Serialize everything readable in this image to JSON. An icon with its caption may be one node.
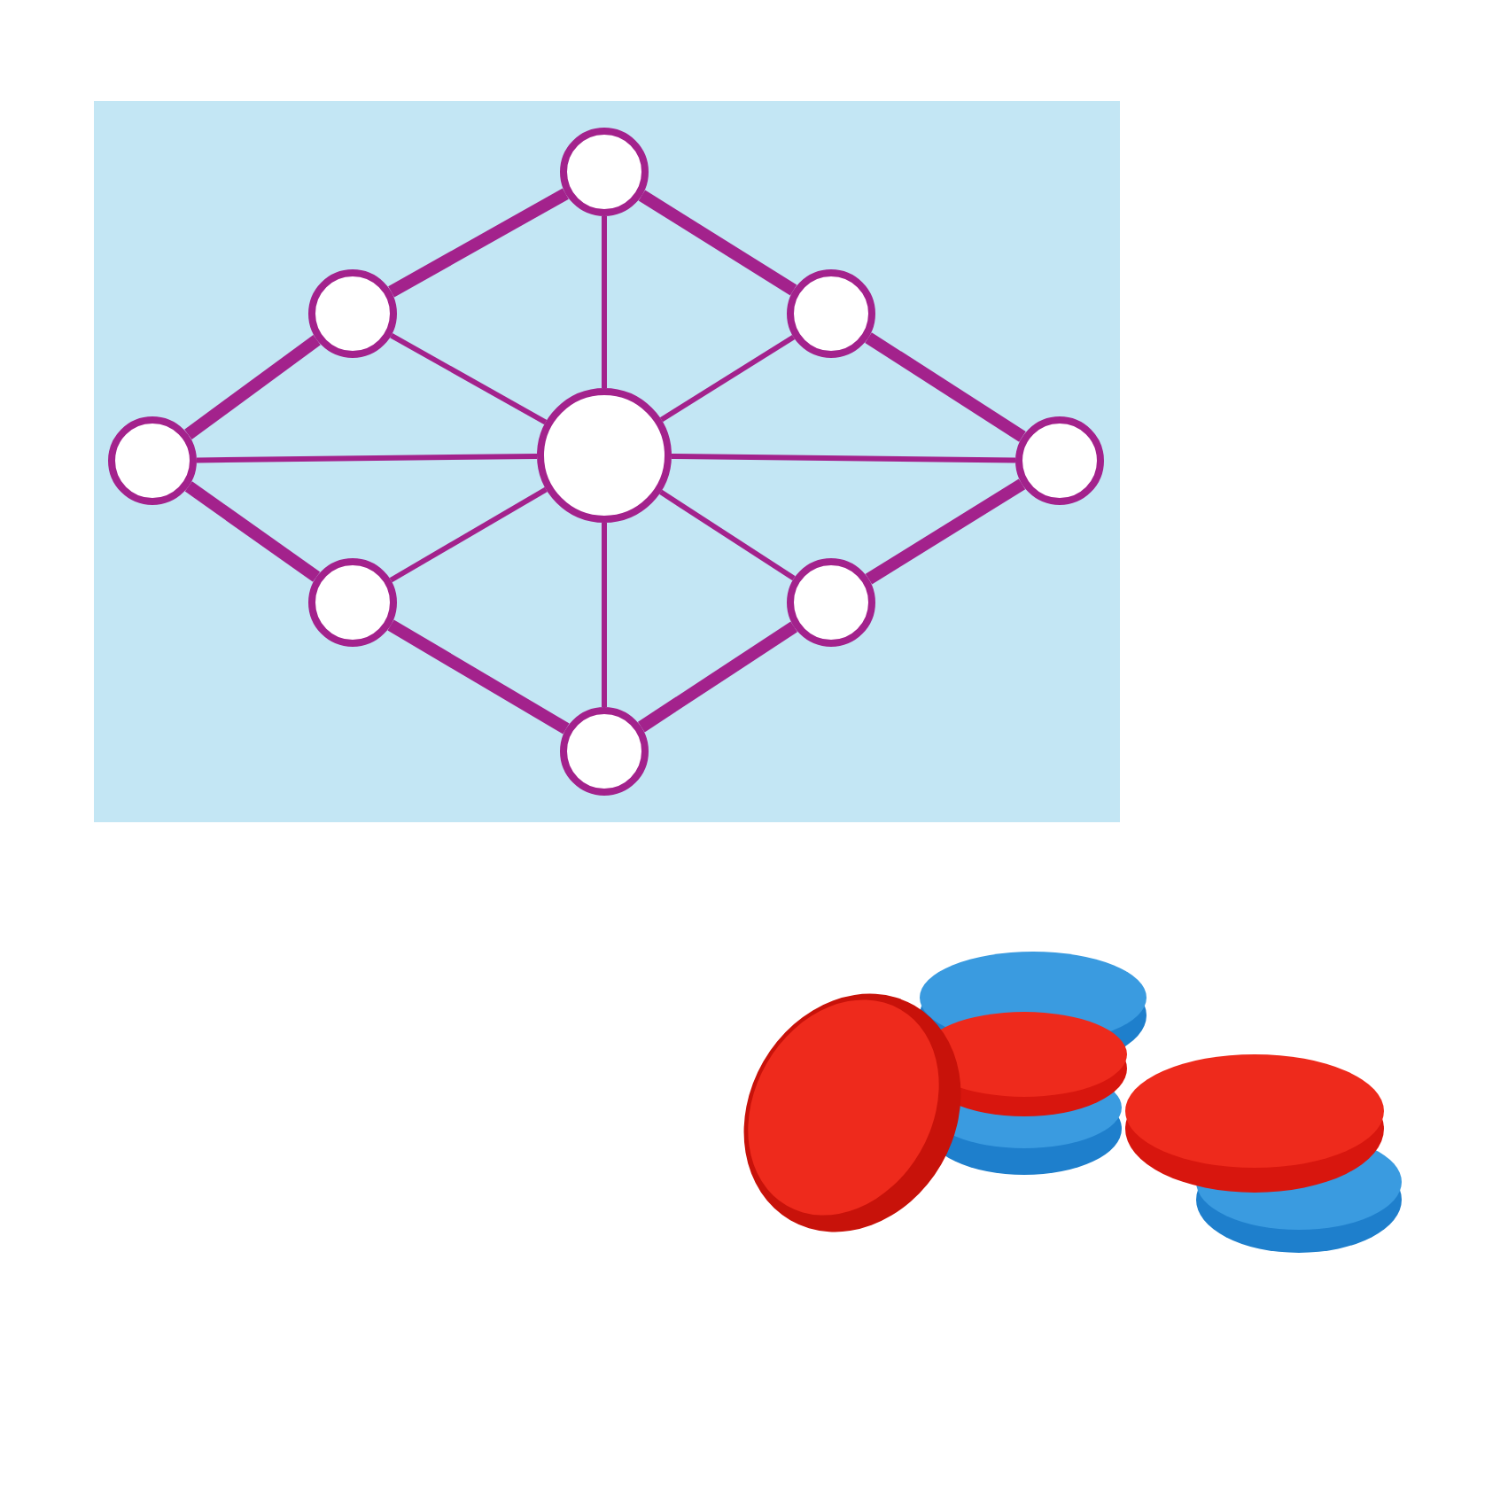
{
  "diagram": {
    "nodes": [
      {
        "text": [],
        "shape": "circle"
      },
      {
        "text": [],
        "shape": "circle"
      },
      {
        "text": [],
        "shape": "circle"
      },
      {
        "text": [],
        "shape": "circle"
      },
      {
        "text": [],
        "shape": "circle"
      },
      {
        "text": [],
        "shape": "circle"
      },
      {
        "text": [],
        "shape": "circle"
      },
      {
        "text": [],
        "shape": "circle"
      },
      {
        "text": [],
        "shape": "circle"
      }
    ],
    "edges": [
      {
        "from": 0,
        "to": 1,
        "arrow": "none",
        "style": "thick"
      },
      {
        "from": 1,
        "to": 3,
        "arrow": "none",
        "style": "thick"
      },
      {
        "from": 0,
        "to": 2,
        "arrow": "none",
        "style": "thick"
      },
      {
        "from": 2,
        "to": 5,
        "arrow": "none",
        "style": "thick"
      },
      {
        "from": 3,
        "to": 6,
        "arrow": "none",
        "style": "thick"
      },
      {
        "from": 6,
        "to": 8,
        "arrow": "none",
        "style": "thick"
      },
      {
        "from": 5,
        "to": 7,
        "arrow": "none",
        "style": "thick"
      },
      {
        "from": 7,
        "to": 8,
        "arrow": "none",
        "style": "thick"
      },
      {
        "from": 0,
        "to": 4,
        "arrow": "none"
      },
      {
        "from": 4,
        "to": 8,
        "arrow": "none"
      },
      {
        "from": 3,
        "to": 4,
        "arrow": "none"
      },
      {
        "from": 4,
        "to": 5,
        "arrow": "none"
      },
      {
        "from": 1,
        "to": 4,
        "arrow": "none"
      },
      {
        "from": 2,
        "to": 4,
        "arrow": "none"
      },
      {
        "from": 6,
        "to": 4,
        "arrow": "none"
      },
      {
        "from": 7,
        "to": 4,
        "arrow": "none"
      }
    ]
  }
}
